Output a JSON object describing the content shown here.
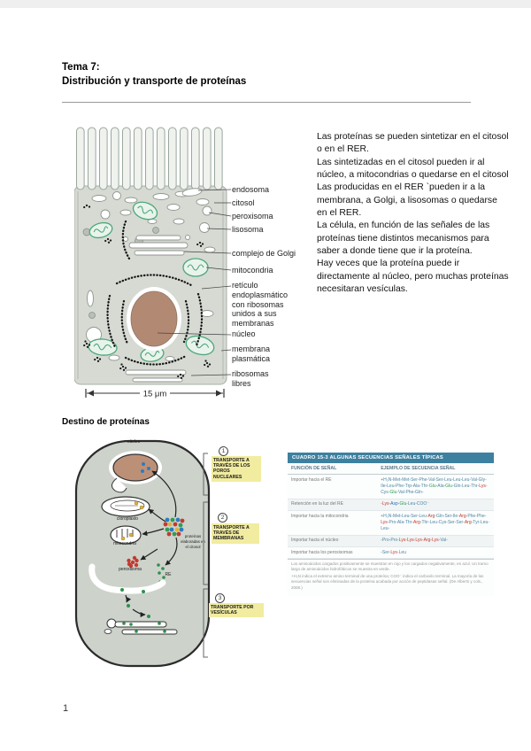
{
  "page": {
    "number": "1"
  },
  "header": {
    "title_line1": "Tema 7:",
    "title_line2": "Distribución y transporte de proteínas"
  },
  "intro_text": {
    "paragraphs": [
      "Las proteínas se pueden sintetizar en el citosol o en el RER.",
      "Las sintetizadas en el citosol pueden ir al núcleo, a mitocondrias o quedarse en el citosol",
      "Las producidas en el RER `pueden ir a la membrana, a Golgi, a lisosomas o quedarse en el RER.",
      "La célula, en función de las señales de las proteínas tiene distintos mecanismos para saber a donde tiene que ir la proteína.",
      "Hay veces que la proteína puede ir directamente al núcleo, pero muchas proteínas necesitaran vesículas."
    ]
  },
  "cell_diagram": {
    "labels": [
      "endosoma",
      "citosol",
      "peroxisoma",
      "lisosoma",
      "complejo de Golgi",
      "mitocondria",
      "retículo\nendoplasmático\ncon ribosomas\nunidos a sus\nmembranas",
      "núcleo",
      "membrana\nplasmática",
      "ribosomas\nlibres"
    ],
    "scale_label": "15 μm"
  },
  "destino_section": {
    "heading": "Destino de proteínas",
    "organelles": {
      "nucleo": "núcleo",
      "cloroplasto": "cloroplasto",
      "mitocondria": "mitocondria",
      "peroxisoma": "peroxisoma",
      "proteinas": "proteínas\nelaboradas en\nel citosol",
      "re": "RE"
    },
    "steps": [
      {
        "number": "1",
        "label": "TRANSPORTE A TRAVÉS DE LOS POROS NUCLEARES"
      },
      {
        "number": "2",
        "label": "TRANSPORTE A TRAVÉS DE MEMBRANAS"
      },
      {
        "number": "3",
        "label": "TRANSPORTE POR VESÍCULAS"
      }
    ]
  },
  "table": {
    "title": "CUADRO 15-3 ALGUNAS SECUENCIAS SEÑALES TÍPICAS",
    "columns": [
      "FUNCIÓN DE SEÑAL",
      "EJEMPLO DE SECUENCIA SEÑAL"
    ],
    "rows": [
      {
        "funcion": "Importar hacia el RE",
        "secuencia": "+H₃N-Met-Met-Ser-Phe-Val-Ser-Leu-Leu-Leu-Val-Gly-Ile-Leu-Phe-Trp-Ala-Thr-Glu-Ala-Glu-Gln-Leu-Thr-Lys-Cys-Glu-Val-Phe-Gln-"
      },
      {
        "funcion": "Retención en la luz del RE",
        "secuencia": "-Lys-Asp-Glu-Leu-COO⁻"
      },
      {
        "funcion": "Importar hacia la mitocondria",
        "secuencia": "+H₃N-Met-Leu-Ser-Leu-Arg-Gln-Ser-Ile-Arg-Phe-Phe-Lys-Pro-Ala-Thr-Arg-Thr-Leu-Cys-Ser-Ser-Arg-Tyr-Leu-Leu-"
      },
      {
        "funcion": "Importar hacia el núcleo",
        "secuencia": "-Pro-Pro-Lys-Lys-Lys-Arg-Lys-Val-"
      },
      {
        "funcion": "Importar hacia los peroxisomas",
        "secuencia": "-Ser-Lys-Leu"
      }
    ],
    "residue_colors": {
      "Lys": "#c0392b",
      "Arg": "#c0392b",
      "Asp": "#2e6db4",
      "Glu": "#2e9e55"
    },
    "footnote_lines": [
      "Los aminoácidos cargados positivamente se muestran en rojo y los cargados negativamente, en azul. Un tramo largo de aminoácidos hidrofóbicos se muestra en verde.",
      "+H₃N indica el extremo amino terminal de una proteína; COO⁻ indica el carboxilo terminal. La mayoría de las secuencias señal son eliminadas de la proteína acabada por acción de peptidasas señal. (De Alberts y cols., 2008.)"
    ]
  },
  "colors": {
    "table_header_teal": "#3d809f",
    "cell_body_gray": "#d6dad3",
    "destino_cell_gray": "#cdd2cb",
    "nucleus_brown": "#b28a73",
    "mitochondria_green": "#4aa878",
    "note_yellow": "#f1eca0",
    "sequence_blue": "#4e86a3"
  }
}
